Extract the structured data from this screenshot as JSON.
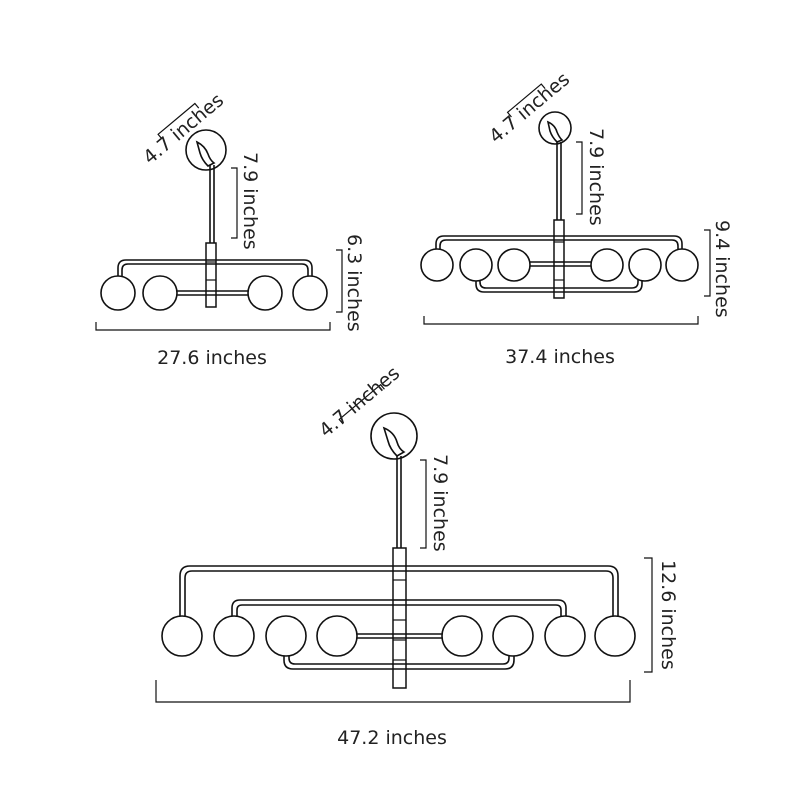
{
  "fixtures": [
    {
      "name": "4-light",
      "canopy_label": "4.7 inches",
      "rod_label": "7.9 inches",
      "height_label": "6.3 inches",
      "width_label": "27.6 inches"
    },
    {
      "name": "6-light",
      "canopy_label": "4.7 inches",
      "rod_label": "7.9 inches",
      "height_label": "9.4 inches",
      "width_label": "37.4 inches"
    },
    {
      "name": "8-light",
      "canopy_label": "4.7 inches",
      "rod_label": "7.9 inches",
      "height_label": "12.6 inches",
      "width_label": "47.2 inches"
    }
  ]
}
